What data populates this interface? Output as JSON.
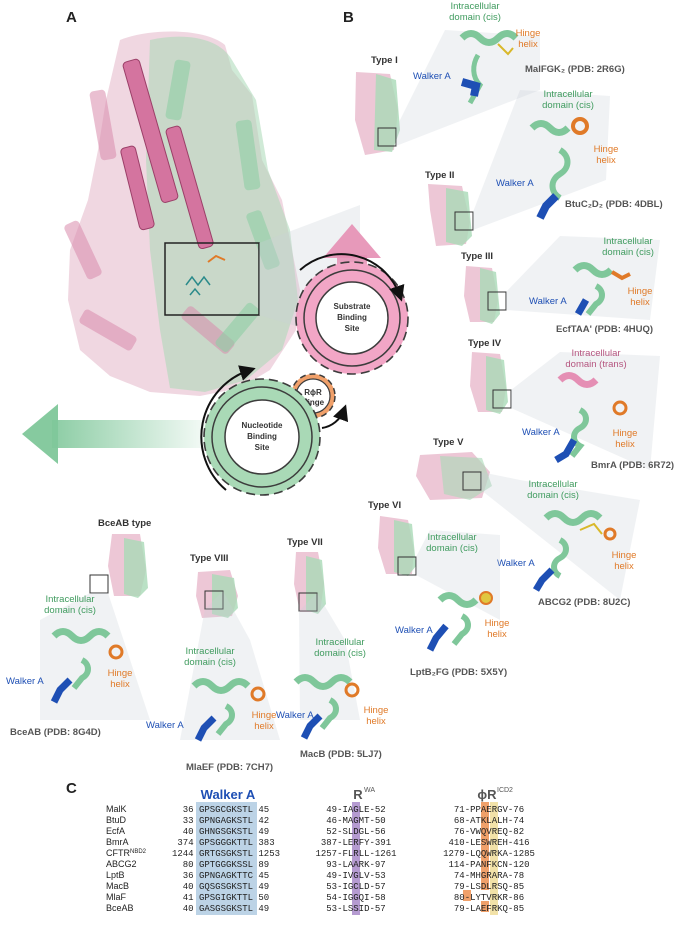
{
  "panels": {
    "a": "A",
    "b": "B",
    "c": "C"
  },
  "gears": {
    "nucleotide": [
      "Nucleotide",
      "Binding",
      "Site"
    ],
    "substrate": [
      "Substrate",
      "Binding",
      "Site"
    ],
    "hinge_title": "RϕR",
    "hinge_sub": "Hinge"
  },
  "types": [
    {
      "name": "Type I",
      "icd": [
        "Intracellular",
        "domain (cis)"
      ],
      "hinge": [
        "Hinge",
        "helix"
      ],
      "walker": "Walker A",
      "pdb": "MalFGK₂ (PDB: 2R6G)"
    },
    {
      "name": "Type II",
      "icd": [
        "Intracellular",
        "domain (cis)"
      ],
      "hinge": [
        "Hinge",
        "helix"
      ],
      "walker": "Walker A",
      "pdb": "BtuC₂D₂ (PDB: 4DBL)"
    },
    {
      "name": "Type III",
      "icd": [
        "Intracellular",
        "domain (cis)"
      ],
      "hinge": [
        "Hinge",
        "helix"
      ],
      "walker": "Walker A",
      "pdb": "EcfTAA' (PDB: 4HUQ)"
    },
    {
      "name": "Type IV",
      "icd": [
        "Intracellular",
        "domain (trans)"
      ],
      "hinge": [
        "Hinge",
        "helix"
      ],
      "walker": "Walker A",
      "pdb": "BmrA (PDB: 6R72)"
    },
    {
      "name": "Type V",
      "icd": [
        "Intracellular",
        "domain (cis)"
      ],
      "hinge": [
        "Hinge",
        "helix"
      ],
      "walker": "Walker A",
      "pdb": "ABCG2 (PDB: 8U2C)"
    },
    {
      "name": "Type VI",
      "icd": [
        "Intracellular",
        "domain (cis)"
      ],
      "hinge": [
        "Hinge",
        "helix"
      ],
      "walker": "Walker A",
      "pdb": "LptB₂FG (PDB: 5X5Y)"
    },
    {
      "name": "Type VII",
      "icd": [
        "Intracellular",
        "domain (cis)"
      ],
      "hinge": [
        "Hinge",
        "helix"
      ],
      "walker": "Walker A",
      "pdb": "MacB (PDB: 5LJ7)"
    },
    {
      "name": "Type VIII",
      "icd": [
        "Intracellular",
        "domain (cis)"
      ],
      "hinge": [
        "Hinge",
        "helix"
      ],
      "walker": "Walker A",
      "pdb": "MlaEF (PDB: 7CH7)"
    },
    {
      "name": "BceAB type",
      "icd": [
        "Intracellular",
        "domain (cis)"
      ],
      "hinge": [
        "Hinge",
        "helix"
      ],
      "walker": "Walker A",
      "pdb": "BceAB (PDB: 8G4D)"
    }
  ],
  "alignment": {
    "headers": {
      "walker": "Walker A",
      "rwa": "R",
      "rwa_sup": "WA",
      "ricd": "ϕR",
      "ricd_sup": "ICD2"
    },
    "rows": [
      {
        "protein": "MalK",
        "walker": "36 GPSGCGKSTL 45",
        "rwa": "49-IAGLE-52",
        "ricd": "71-PPAERGV-76"
      },
      {
        "protein": "BtuD",
        "walker": "33 GPNGAGKSTL 42",
        "rwa": "46-MAGMT-50",
        "ricd": "68-ATKLALH-74"
      },
      {
        "protein": "EcfA",
        "walker": "40 GHNGSGKSTL 49",
        "rwa": "52-SLDGL-56",
        "ricd": "76-VWQVREQ-82"
      },
      {
        "protein": "BmrA",
        "walker": "374 GPSGGGKTTL 383",
        "rwa": "387-LERFY-391",
        "ricd": "410-LESWREH-416"
      },
      {
        "protein": "CFTR",
        "protein_sup": "NBD2",
        "walker": "1244 GRTGSGKSTL 1253",
        "rwa": "1257-FLRLL-1261",
        "ricd": "1279-LQQWRKA-1285"
      },
      {
        "protein": "ABCG2",
        "walker": "80 GPTGGGKSSL 89",
        "rwa": "93-LAARK-97",
        "ricd": "114-PANFKCN-120"
      },
      {
        "protein": "LptB",
        "walker": "36 GPNGAGKTTC 45",
        "rwa": "49-IVGLV-53",
        "ricd": "74-MHGRARA-78"
      },
      {
        "protein": "MacB",
        "walker": "40 GQSGSGKSTL 49",
        "rwa": "53-IGCLD-57",
        "ricd": "79-LSDLRSQ-85"
      },
      {
        "protein": "MlaF",
        "walker": "41 GPSGIGKTTL 50",
        "rwa": "54-IGGQI-58",
        "ricd": "80-LYTVRKR-86"
      },
      {
        "protein": "BceAB",
        "walker": "40 GASGSGKSTL 49",
        "rwa": "53-LSSID-57",
        "ricd": "79-LAEFRKQ-85"
      }
    ]
  },
  "colors": {
    "green": "#7fc79a",
    "pink": "#e58fb4",
    "blue": "#1e4fb4",
    "orange": "#e07a28",
    "gear_green": "#a9d9b6",
    "gear_pink": "#f2a6c6",
    "gear_orange": "#f0a06a",
    "grey_box": "#c9cfd6",
    "purple": "#b59bd1"
  }
}
